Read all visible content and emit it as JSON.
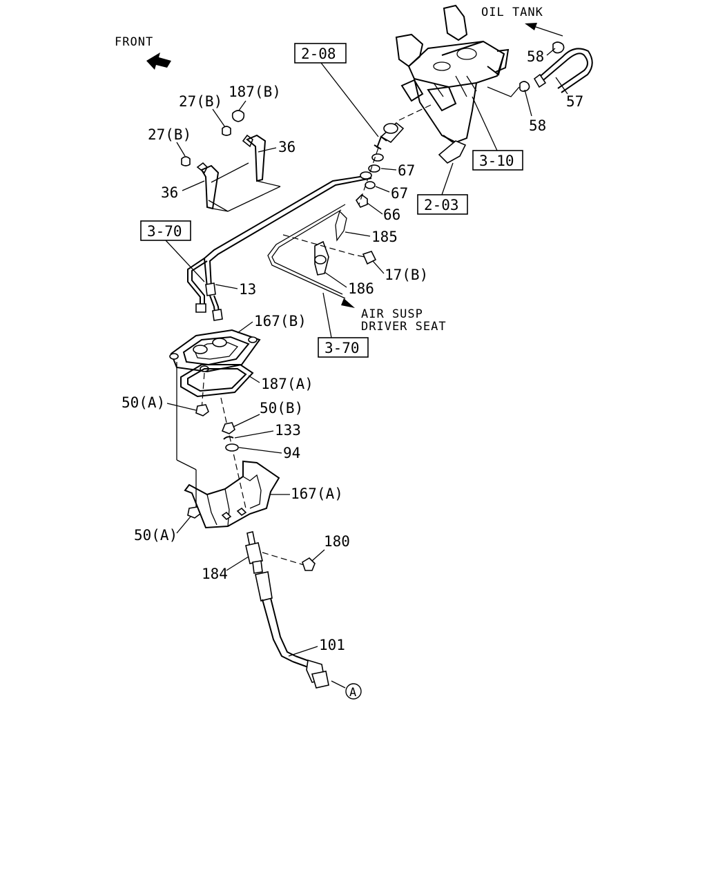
{
  "directions": {
    "front": "FRONT",
    "oil_tank": "OIL TANK",
    "air_susp_line1": "AIR SUSP",
    "air_susp_line2": "DRIVER SEAT"
  },
  "ref_boxes": {
    "b208": "2-08",
    "b310": "3-10",
    "b203": "2-03",
    "b370_top": "3-70",
    "b370_bottom": "3-70"
  },
  "callouts": {
    "c58_top": "58",
    "c57": "57",
    "c58_bottom": "58",
    "c187b": "187(B)",
    "c27b_upper": "27(B)",
    "c27b_lower": "27(B)",
    "c36_right": "36",
    "c36_left": "36",
    "c67_upper": "67",
    "c67_lower": "67",
    "c66": "66",
    "c185": "185",
    "c17b": "17(B)",
    "c186": "186",
    "c13": "13",
    "c167b": "167(B)",
    "c187a": "187(A)",
    "c50a_upper": "50(A)",
    "c50b": "50(B)",
    "c133": "133",
    "c94": "94",
    "c167a": "167(A)",
    "c50a_lower": "50(A)",
    "c180": "180",
    "c184": "184",
    "c101": "101",
    "cA": "A"
  }
}
